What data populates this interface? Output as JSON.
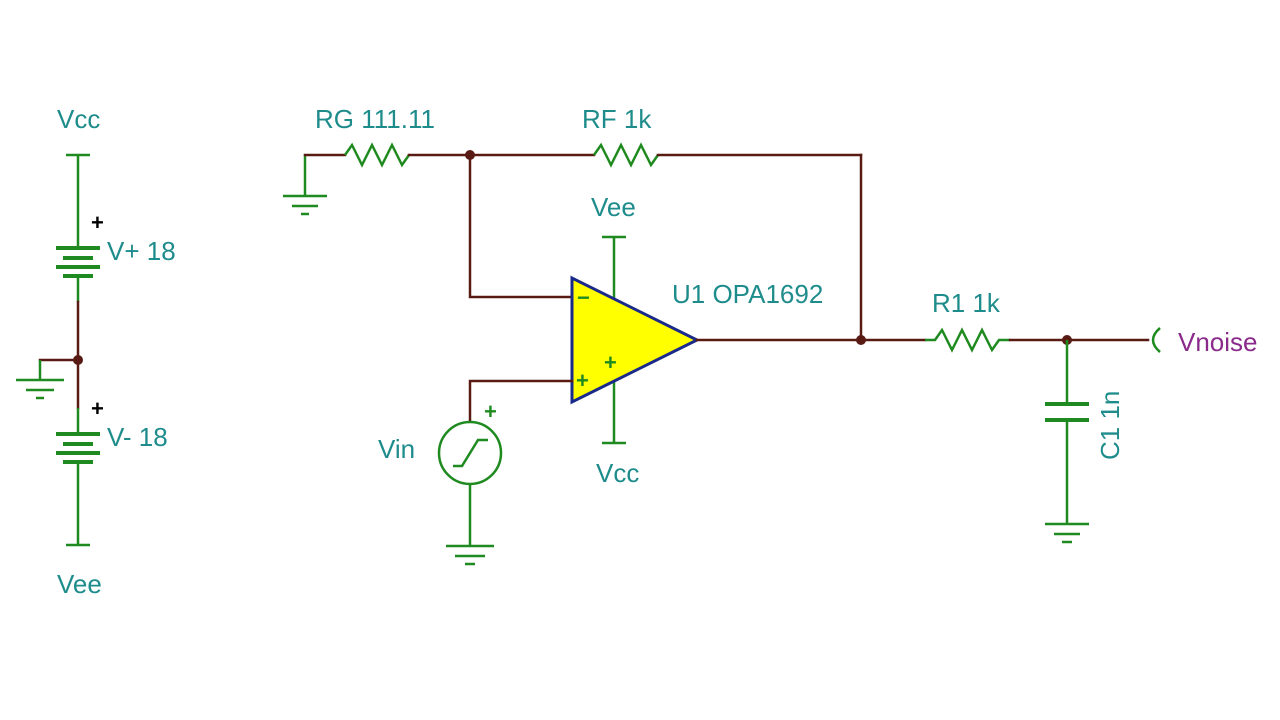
{
  "supplies": {
    "top_rail_label": "Vcc",
    "bottom_rail_label": "Vee",
    "vplus_label": "V+ 18",
    "vminus_label": "V- 18",
    "polarity_mark": "+"
  },
  "resistors": {
    "rg_label": "RG 111.11",
    "rf_label": "RF 1k",
    "r1_label": "R1 1k"
  },
  "opamp": {
    "label": "U1 OPA1692",
    "top_supply_label": "Vee",
    "bottom_supply_label": "Vcc",
    "inv_sign": "−",
    "noninv_sign": "+",
    "body_color": "#ffff00",
    "outline_color": "#1a2a8a"
  },
  "source": {
    "label": "Vin",
    "polarity_mark": "+"
  },
  "capacitor": {
    "label": "C1 1n"
  },
  "output": {
    "label": "Vnoise"
  },
  "colors": {
    "wire": "#5a1a14",
    "component": "#1f8a1f",
    "label": "#1f8c8c",
    "output_label": "#8a2a8a"
  }
}
